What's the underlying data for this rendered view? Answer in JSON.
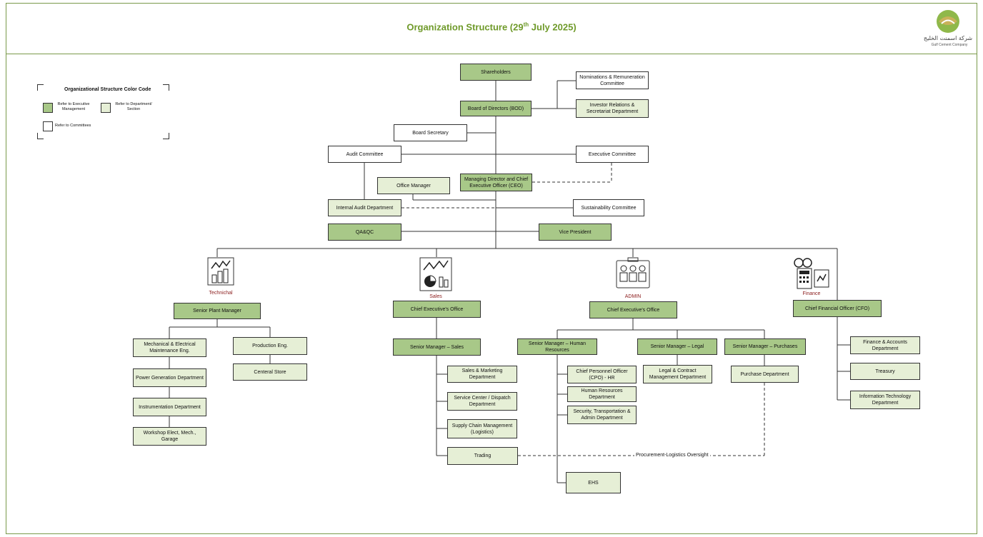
{
  "header": {
    "title_main": "Organization Structure (29",
    "title_sup": "th",
    "title_end": " July 2025)",
    "logo_caption": "Gulf Cement Company",
    "logo_arabic": "شركة اسمنت الخليج"
  },
  "legend": {
    "title": "Organizational Structure Color Code",
    "executive": "Refer to Executive Management",
    "department": "Refer to Department/ Section",
    "committees": "Refer to Committees"
  },
  "colors": {
    "executive": "#a8c888",
    "department": "#e6efd6",
    "committee": "#ffffff",
    "accent": "#6f9a2a"
  },
  "top": {
    "shareholders": "Shareholders",
    "nominations": "Nominations & Remuneration Committee",
    "bod": "Board of Directors (BOD)",
    "investor": "Investor Relations & Secretariat Department",
    "board_secretary": "Board Secretary",
    "audit_committee": "Audit Committee",
    "executive_committee": "Executive Committee",
    "office_manager": "Office Manager",
    "ceo": "Managing Director and Chief Executive Officer (CEO)",
    "internal_audit": "Internal Audit Department",
    "sustainability": "Sustainability Committee",
    "qaqc": "QA&QC",
    "vice_president": "Vice President"
  },
  "divisions": {
    "technical": {
      "label": "Technichal",
      "icon": "chart-bars-icon",
      "head": "Senior Plant Manager",
      "mech": "Mechanical & Electrical Maintenance Eng.",
      "power": "Power Generation Department",
      "instrument": "Instrumentation Department",
      "workshop": "Workshop Elect, Mech., Garage",
      "production": "Production Eng.",
      "store": "Centeral Store"
    },
    "sales": {
      "label": "Sales",
      "icon": "pie-chart-icon",
      "head": "Chief Executive's Office",
      "senior": "Senior Manager – Sales",
      "marketing": "Sales & Marketing Department",
      "service": "Service Center / Dispatch Department",
      "supply": "Supply Chain Management (Logistics)",
      "trading": "Trading"
    },
    "admin": {
      "label": "ADMIN",
      "icon": "people-icon",
      "head": "Chief Executive's Office",
      "hr": "Senior Manager – Human Resources",
      "legal": "Senior Manager – Legal",
      "purchases": "Senior Manager – Purchases",
      "cpo": "Chief Personnel Officer (CPO) - HR",
      "hr_dept": "Human Resources Department",
      "security": "Security, Transportation & Admin Department",
      "legal_dept": "Legal & Contract Management Department",
      "purchase_dept": "Purchase Department",
      "ehs": "EHS"
    },
    "finance": {
      "label": "Finance",
      "icon": "calculator-icon",
      "head": "Chief Financial Officer (CFO)",
      "accounts": "Finance & Accounts Department",
      "treasury": "Treasury",
      "it": "Information Technology Department"
    }
  },
  "procurement_label": "Procurement-Logistics Oversight"
}
